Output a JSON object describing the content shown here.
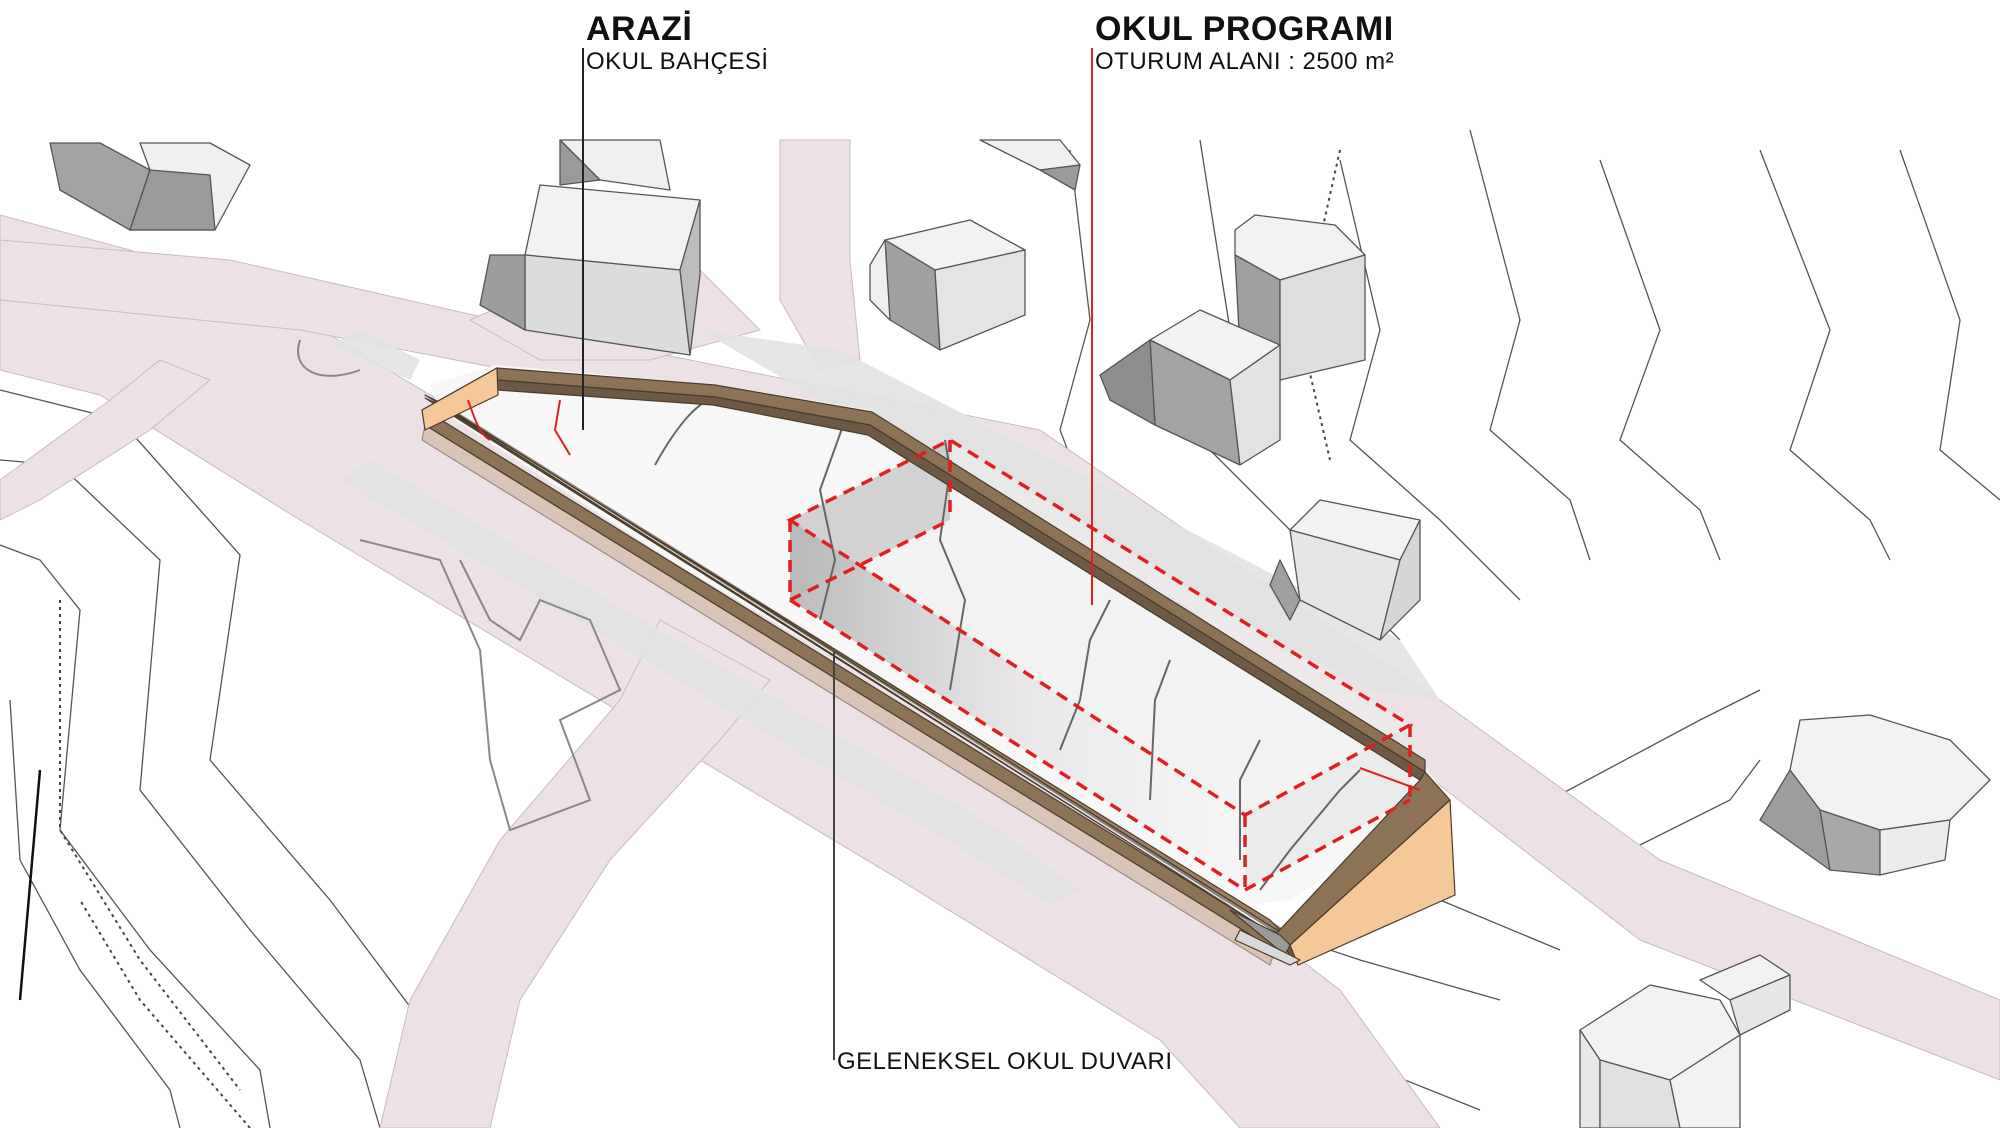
{
  "labels": {
    "site_title": "ARAZİ",
    "site_subtitle": "OKUL BAHÇESİ",
    "program_title": "OKUL PROGRAMI",
    "program_subtitle": "OTURUM ALANI : 2500 m²",
    "wall_label": "GELENEKSEL OKUL DUVARI"
  },
  "colors": {
    "road": "#ece2e5",
    "road_stroke": "#c9bcc0",
    "sidewalk": "#e2e2e2",
    "building_light": "#f2f2f2",
    "building_mid": "#dedede",
    "building_dark": "#9f9f9f",
    "wall_top": "#8c7356",
    "wall_face": "#f4c899",
    "program_volume": "#d9d9d9",
    "program_outline": "#e02020",
    "leader_black": "#222222",
    "leader_red": "#e02020"
  }
}
